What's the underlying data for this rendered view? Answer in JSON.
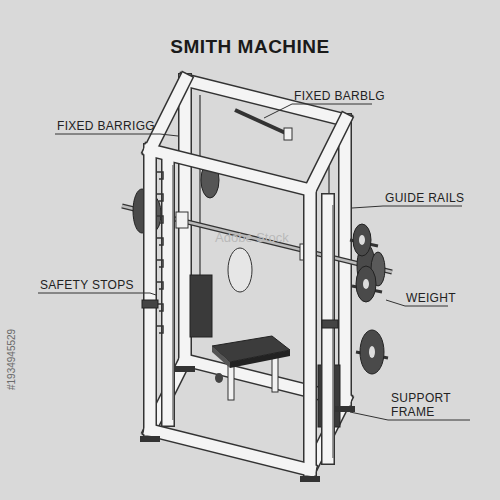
{
  "diagram": {
    "title": "SMITH MACHINE",
    "labels": [
      "FIXED BARBLG",
      "FIXED BARRIGG",
      "GUIDE RAILS",
      "SAFETY STOPS",
      "WEIGHT",
      "SUPPORT FRAME",
      "Adobe Stock",
      "#1934945529"
    ]
  }
}
